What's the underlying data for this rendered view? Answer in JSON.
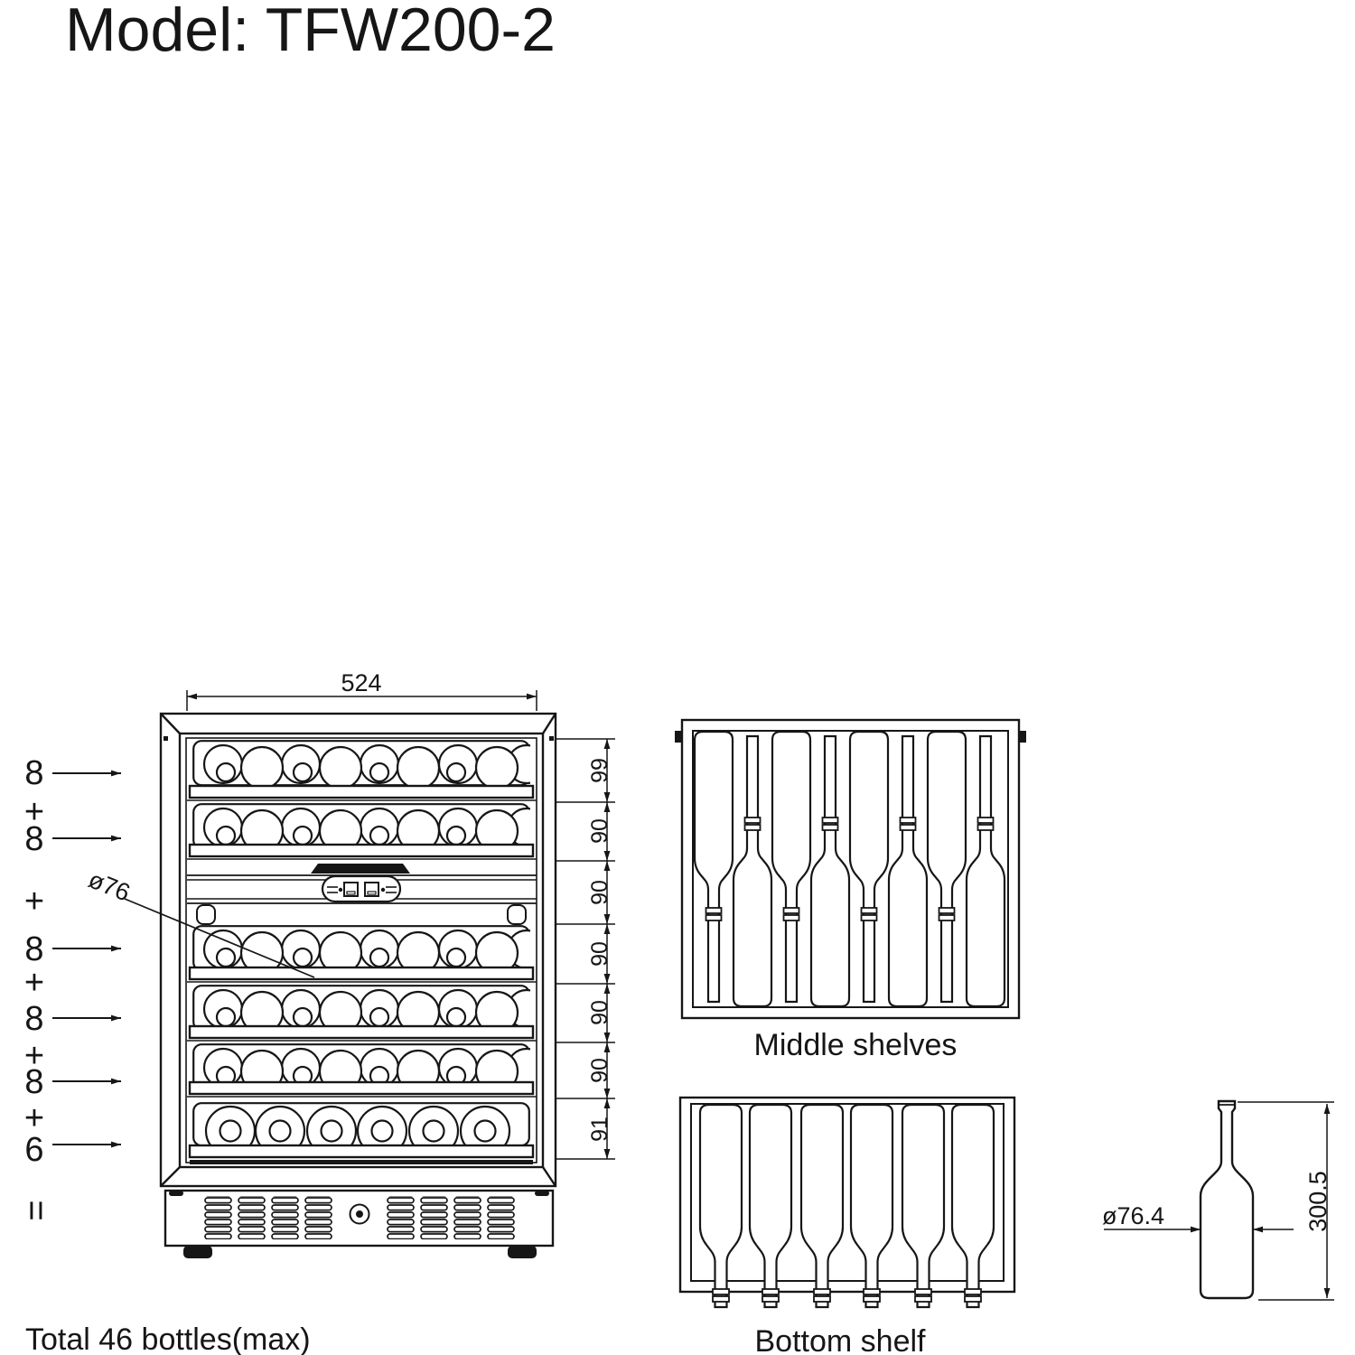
{
  "title": "Model: TFW200-2",
  "front_view": {
    "counts": [
      "8",
      "8",
      "8",
      "8",
      "8",
      "6"
    ],
    "plus_sign": "+",
    "equals_sign": "=",
    "total_label": "Total 46 bottles(max)"
  },
  "dimensions": {
    "inner_width": "524",
    "shelf_heights": [
      "99",
      "90",
      "90",
      "90",
      "90",
      "90",
      "91"
    ],
    "bottle_diameter_note": "ø76",
    "bottle_diameter": "ø76.4",
    "bottle_height": "300.5"
  },
  "views": {
    "middle_shelves_caption": "Middle shelves",
    "bottom_shelf_caption": "Bottom shelf"
  },
  "colors": {
    "ink": "#161616",
    "background": "#ffffff"
  }
}
